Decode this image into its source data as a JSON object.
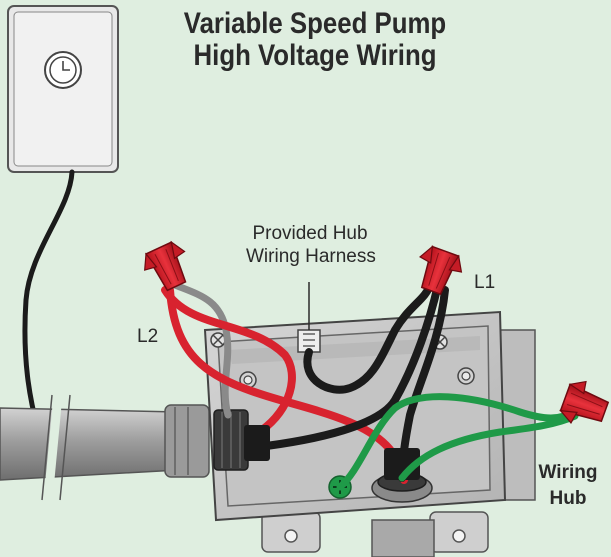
{
  "diagram": {
    "title_line1": "Variable Speed Pump",
    "title_line2": "High Voltage Wiring",
    "harness_label_line1": "Provided Hub",
    "harness_label_line2": "Wiring Harness",
    "l1_label": "L1",
    "l2_label": "L2",
    "hub_label_line1": "Wiring",
    "hub_label_line2": "Hub"
  },
  "colors": {
    "background": "#dfeee0",
    "panel": "#ececec",
    "box": "#c9c9c9",
    "wire_red": "#d8232f",
    "wire_black": "#1b1b1b",
    "wire_gray": "#8a8a8a",
    "wire_green": "#1f9a48",
    "wire_nut": "#d8232f"
  },
  "icons": [
    "timer-icon",
    "wire-nut-icon",
    "ground-screw-icon",
    "screw-icon"
  ]
}
